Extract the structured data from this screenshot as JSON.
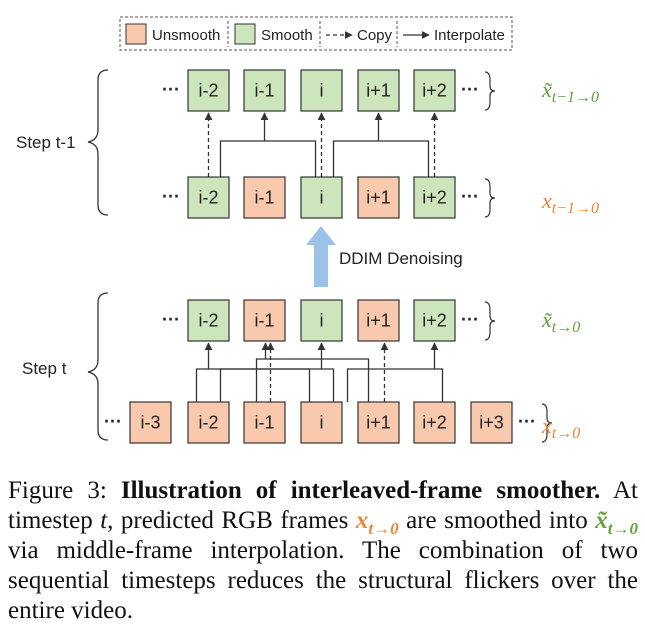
{
  "legend": {
    "unsmooth": "Unsmooth",
    "smooth": "Smooth",
    "copy": "Copy",
    "interpolate": "Interpolate"
  },
  "colors": {
    "unsmooth_fill": "#f8c9ad",
    "smooth_fill": "#cde5bd",
    "box_stroke": "#333333",
    "arrow_blue": "#9cc2e5",
    "label_orange": "#ef8535",
    "label_green": "#62a33d"
  },
  "steps": {
    "step_prev": "Step t-1",
    "step_curr": "Step t"
  },
  "ddim_label": "DDIM Denoising",
  "ellipsis": "···",
  "rows": [
    {
      "id": "row-prev-top",
      "frames": [
        {
          "label": "i-2",
          "state": "smooth"
        },
        {
          "label": "i-1",
          "state": "smooth"
        },
        {
          "label": "i",
          "state": "smooth"
        },
        {
          "label": "i+1",
          "state": "smooth"
        },
        {
          "label": "i+2",
          "state": "smooth"
        }
      ],
      "var": {
        "base": "x",
        "tilde": true,
        "sub": "t−1→0",
        "color": "green"
      }
    },
    {
      "id": "row-prev-bottom",
      "frames": [
        {
          "label": "i-2",
          "state": "smooth"
        },
        {
          "label": "i-1",
          "state": "unsmooth"
        },
        {
          "label": "i",
          "state": "smooth"
        },
        {
          "label": "i+1",
          "state": "unsmooth"
        },
        {
          "label": "i+2",
          "state": "smooth"
        }
      ],
      "var": {
        "base": "x",
        "tilde": false,
        "sub": "t−1→0",
        "color": "orange"
      }
    },
    {
      "id": "row-curr-top",
      "frames": [
        {
          "label": "i-2",
          "state": "smooth"
        },
        {
          "label": "i-1",
          "state": "unsmooth"
        },
        {
          "label": "i",
          "state": "smooth"
        },
        {
          "label": "i+1",
          "state": "unsmooth"
        },
        {
          "label": "i+2",
          "state": "smooth"
        }
      ],
      "var": {
        "base": "x",
        "tilde": true,
        "sub": "t→0",
        "color": "green"
      }
    },
    {
      "id": "row-curr-bottom",
      "frames": [
        {
          "label": "i-3",
          "state": "unsmooth"
        },
        {
          "label": "i-2",
          "state": "unsmooth"
        },
        {
          "label": "i-1",
          "state": "unsmooth"
        },
        {
          "label": "i",
          "state": "unsmooth"
        },
        {
          "label": "i+1",
          "state": "unsmooth"
        },
        {
          "label": "i+2",
          "state": "unsmooth"
        },
        {
          "label": "i+3",
          "state": "unsmooth"
        }
      ],
      "var": {
        "base": "x",
        "tilde": false,
        "sub": "t→0",
        "color": "orange"
      }
    }
  ],
  "caption": {
    "prefix": "Figure 3: ",
    "title": "Illustration of interleaved-frame smoother.",
    "p1": "At timestep ",
    "t": "t",
    "p2": ", predicted RGB frames ",
    "x_orange": "x",
    "sub_orange": "t→0",
    "p3": " are smoothed into ",
    "x_green": "x̃",
    "sub_green": "t→0",
    "p4": " via middle-frame interpolation. The combination of two sequential timesteps reduces the structural flickers over the entire video."
  }
}
